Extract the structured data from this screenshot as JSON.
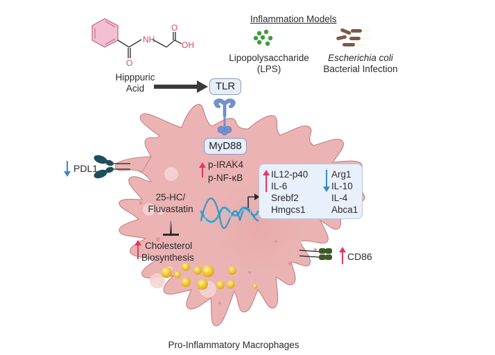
{
  "compound": {
    "name_line1": "Hipppuric",
    "name_line2": "Acid",
    "atom_labels": {
      "nh": "NH",
      "oh": "OH",
      "o_top": "O",
      "o_bottom": "O"
    }
  },
  "inflammation_models": {
    "heading": "Inflammation Models",
    "lps": {
      "line1": "Lipopolysaccharide",
      "line2": "(LPS)"
    },
    "ecoli": {
      "line1": "Escherichia coli",
      "line2": "Bacterial Infection"
    }
  },
  "receptor": {
    "tlr_label": "TLR",
    "myd88_label": "MyD88"
  },
  "signaling": {
    "items": [
      "p-IRAK4",
      "p-NF-κB"
    ],
    "direction": "up"
  },
  "surface_markers": {
    "pdl1": {
      "label": "PDL1",
      "direction": "down"
    },
    "cd86": {
      "label": "CD86",
      "direction": "up"
    }
  },
  "inhibitor": {
    "line1": "25-HC/",
    "line2": "Fluvastatin"
  },
  "cholesterol": {
    "line1": "Cholesterol",
    "line2": "Biosynthesis",
    "direction": "up"
  },
  "gene_expression": {
    "upregulated": [
      "IL12-p40",
      "IL-6",
      "Srebf2",
      "Hmgcs1"
    ],
    "downregulated": [
      "Arg1",
      "IL-10",
      "IL-4",
      "Abca1"
    ]
  },
  "cell_caption": "Pro-Inflammatory Macrophages",
  "colors": {
    "up_arrow": "#e8365d",
    "down_arrow": "#3a86c8",
    "cell_fill": "#ebb3b3",
    "cell_stroke": "#c98585",
    "benzene_fill": "#f3bfd3",
    "molecule_red": "#d9465a",
    "receptor_blue": "#6f8fcf",
    "pdl1_teal": "#1e4d5c",
    "cd86_green": "#3e5a2a",
    "lipid_yellow": "#f1c83a",
    "lps_green": "#3d9a3d",
    "bacteria_brown": "#7a5a48",
    "dna_blue": "#27a9d8"
  }
}
